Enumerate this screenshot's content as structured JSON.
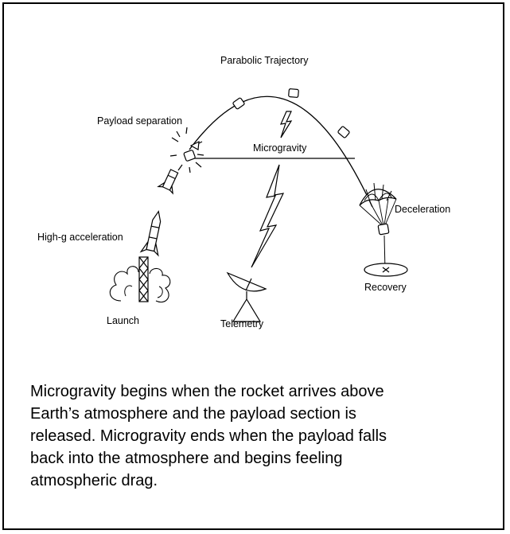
{
  "labels": {
    "parabolic_trajectory": "Parabolic Trajectory",
    "payload_separation": "Payload separation",
    "microgravity": "Microgravity",
    "deceleration": "Deceleration",
    "high_g_acceleration": "High-g acceleration",
    "recovery": "Recovery",
    "launch": "Launch",
    "telemetry": "Telemetry"
  },
  "caption": {
    "lines": [
      "Microgravity begins when the rocket arrives above",
      "Earth’s atmosphere and the payload section is",
      "released. Microgravity ends when the payload falls",
      "back into the atmosphere and begins feeling",
      "atmospheric drag."
    ]
  }
}
